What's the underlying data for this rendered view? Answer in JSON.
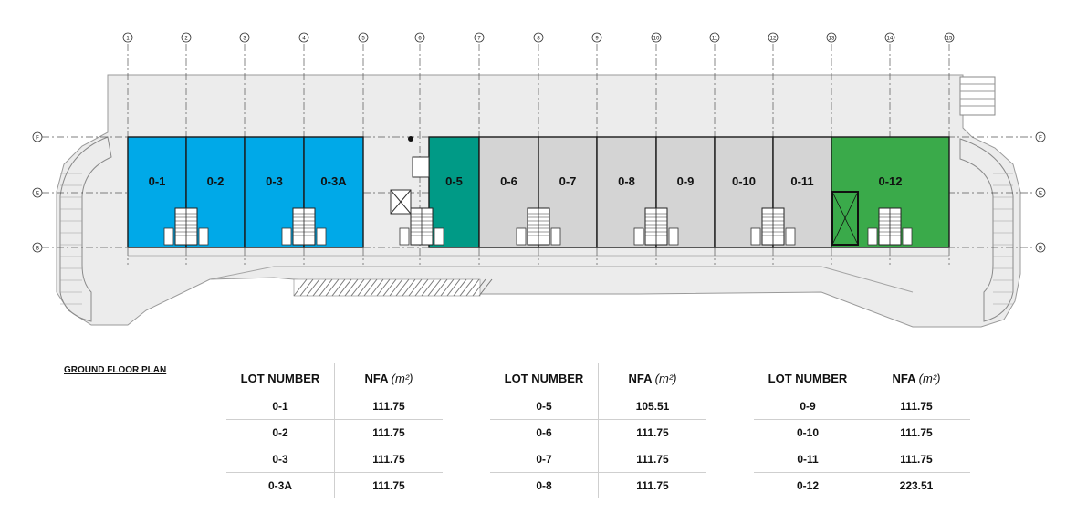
{
  "plan_title": "GROUND FLOOR PLAN",
  "grid_columns": [
    "1",
    "2",
    "3",
    "4",
    "5",
    "6",
    "7",
    "8",
    "9",
    "10",
    "11",
    "12",
    "13",
    "14",
    "15"
  ],
  "grid_rows": [
    "F",
    "E",
    "B"
  ],
  "colors": {
    "blue": "#00a9e8",
    "teal": "#009a86",
    "grey": "#d4d4d4",
    "green": "#3aaa4a"
  },
  "units": [
    {
      "label": "0-1",
      "color": "blue"
    },
    {
      "label": "0-2",
      "color": "blue"
    },
    {
      "label": "0-3",
      "color": "blue"
    },
    {
      "label": "0-3A",
      "color": "blue"
    },
    {
      "label": "0-5",
      "color": "teal"
    },
    {
      "label": "0-6",
      "color": "grey"
    },
    {
      "label": "0-7",
      "color": "grey"
    },
    {
      "label": "0-8",
      "color": "grey"
    },
    {
      "label": "0-9",
      "color": "grey"
    },
    {
      "label": "0-10",
      "color": "grey"
    },
    {
      "label": "0-11",
      "color": "grey"
    },
    {
      "label": "0-12",
      "color": "green"
    }
  ],
  "tables": [
    {
      "header_lot": "LOT NUMBER",
      "header_nfa": "NFA",
      "header_unit": "(m²)",
      "rows": [
        {
          "lot": "0-1",
          "nfa": "111.75"
        },
        {
          "lot": "0-2",
          "nfa": "111.75"
        },
        {
          "lot": "0-3",
          "nfa": "111.75"
        },
        {
          "lot": "0-3A",
          "nfa": "111.75"
        }
      ]
    },
    {
      "header_lot": "LOT NUMBER",
      "header_nfa": "NFA",
      "header_unit": "(m²)",
      "rows": [
        {
          "lot": "0-5",
          "nfa": "105.51"
        },
        {
          "lot": "0-6",
          "nfa": "111.75"
        },
        {
          "lot": "0-7",
          "nfa": "111.75"
        },
        {
          "lot": "0-8",
          "nfa": "111.75"
        }
      ]
    },
    {
      "header_lot": "LOT NUMBER",
      "header_nfa": "NFA",
      "header_unit": "(m²)",
      "rows": [
        {
          "lot": "0-9",
          "nfa": "111.75"
        },
        {
          "lot": "0-10",
          "nfa": "111.75"
        },
        {
          "lot": "0-11",
          "nfa": "111.75"
        },
        {
          "lot": "0-12",
          "nfa": "223.51"
        }
      ]
    }
  ]
}
